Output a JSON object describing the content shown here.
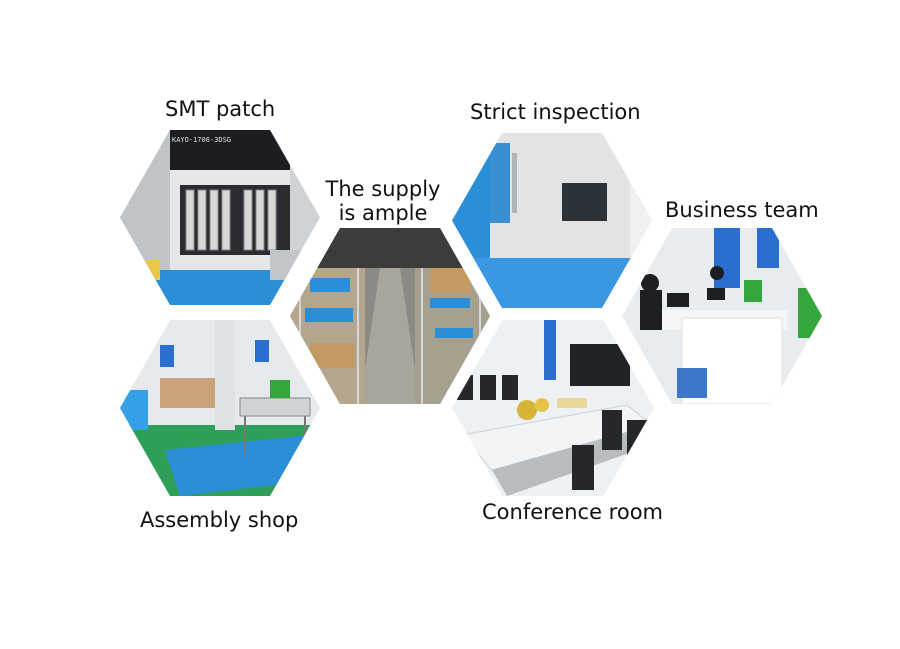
{
  "panels": {
    "smt": {
      "caption": "SMT patch",
      "machine_label": "KAYO-1706-3DSG"
    },
    "supply": {
      "caption_line1": "The supply",
      "caption_line2": "is ample"
    },
    "inspection": {
      "caption": "Strict inspection"
    },
    "business": {
      "caption": "Business team"
    },
    "assembly": {
      "caption": "Assembly shop"
    },
    "conference": {
      "caption": "Conference room"
    }
  },
  "colors": {
    "floor_blue": "#2a8fd6",
    "floor_green": "#2f9e58",
    "wall_white": "#e9ecef",
    "machine_dark": "#1b1d22",
    "accent_yellow": "#e7c84a"
  }
}
